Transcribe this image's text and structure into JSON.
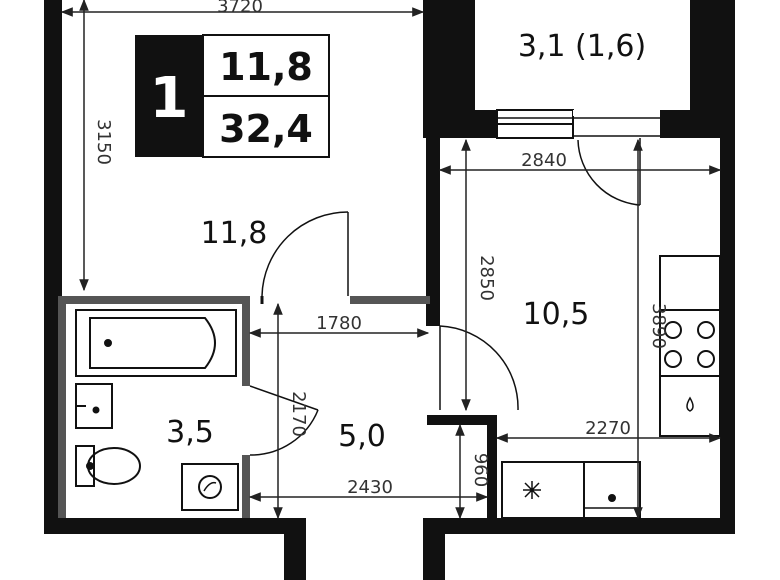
{
  "summary": {
    "rooms": "1",
    "living_area": "11,8",
    "total_area": "32,4"
  },
  "areas": {
    "room": "11,8",
    "balcony": "3,1 (1,6)",
    "kitchen": "10,5",
    "bathroom": "3,5",
    "hall": "5,0"
  },
  "dimensions": {
    "room_width": "3720",
    "room_depth": "3150",
    "kitchen_width": "2840",
    "kitchen_depth_upper": "2850",
    "kitchen_depth_full": "3890",
    "kitchen_counter": "2270",
    "hall_width_top": "1780",
    "hall_depth": "2170",
    "hall_width_bottom": "2430",
    "entry_depth": "960"
  },
  "colors": {
    "wall": "#111111",
    "partition": "#555555",
    "dimension_line": "#222222",
    "badge_dark": "#111111"
  }
}
